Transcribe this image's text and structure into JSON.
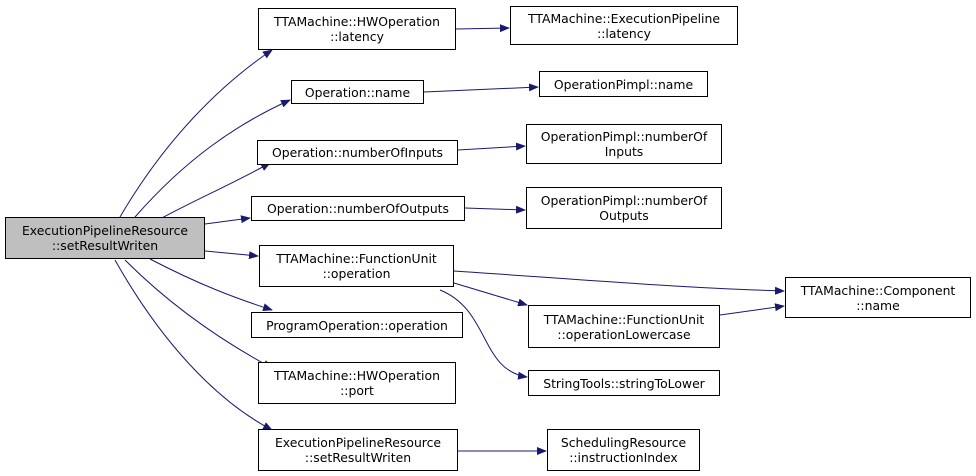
{
  "graph": {
    "root": {
      "line1": "ExecutionPipelineResource",
      "line2": "::setResultWriten"
    },
    "nodes": {
      "hwop_latency": {
        "line1": "TTAMachine::HWOperation",
        "line2": "::latency"
      },
      "pipeline_latency": {
        "line1": "TTAMachine::ExecutionPipeline",
        "line2": "::latency"
      },
      "op_name": {
        "line1": "Operation::name"
      },
      "pimpl_name": {
        "line1": "OperationPimpl::name"
      },
      "op_inputs": {
        "line1": "Operation::numberOfInputs"
      },
      "pimpl_inputs": {
        "line1": "OperationPimpl::numberOf",
        "line2": "Inputs"
      },
      "op_outputs": {
        "line1": "Operation::numberOfOutputs"
      },
      "pimpl_outputs": {
        "line1": "OperationPimpl::numberOf",
        "line2": "Outputs"
      },
      "fu_operation": {
        "line1": "TTAMachine::FunctionUnit",
        "line2": "::operation"
      },
      "component_name": {
        "line1": "TTAMachine::Component",
        "line2": "::name"
      },
      "fu_oplower": {
        "line1": "TTAMachine::FunctionUnit",
        "line2": "::operationLowercase"
      },
      "progop_operation": {
        "line1": "ProgramOperation::operation"
      },
      "string_tolower": {
        "line1": "StringTools::stringToLower"
      },
      "hwop_port": {
        "line1": "TTAMachine::HWOperation",
        "line2": "::port"
      },
      "epr_setresult": {
        "line1": "ExecutionPipelineResource",
        "line2": "::setResultWriten"
      },
      "sched_instr": {
        "line1": "SchedulingResource",
        "line2": "::instructionIndex"
      }
    },
    "colors": {
      "edge": "#191970",
      "root_fill": "#bfbfbf",
      "node_border": "#000000"
    }
  }
}
